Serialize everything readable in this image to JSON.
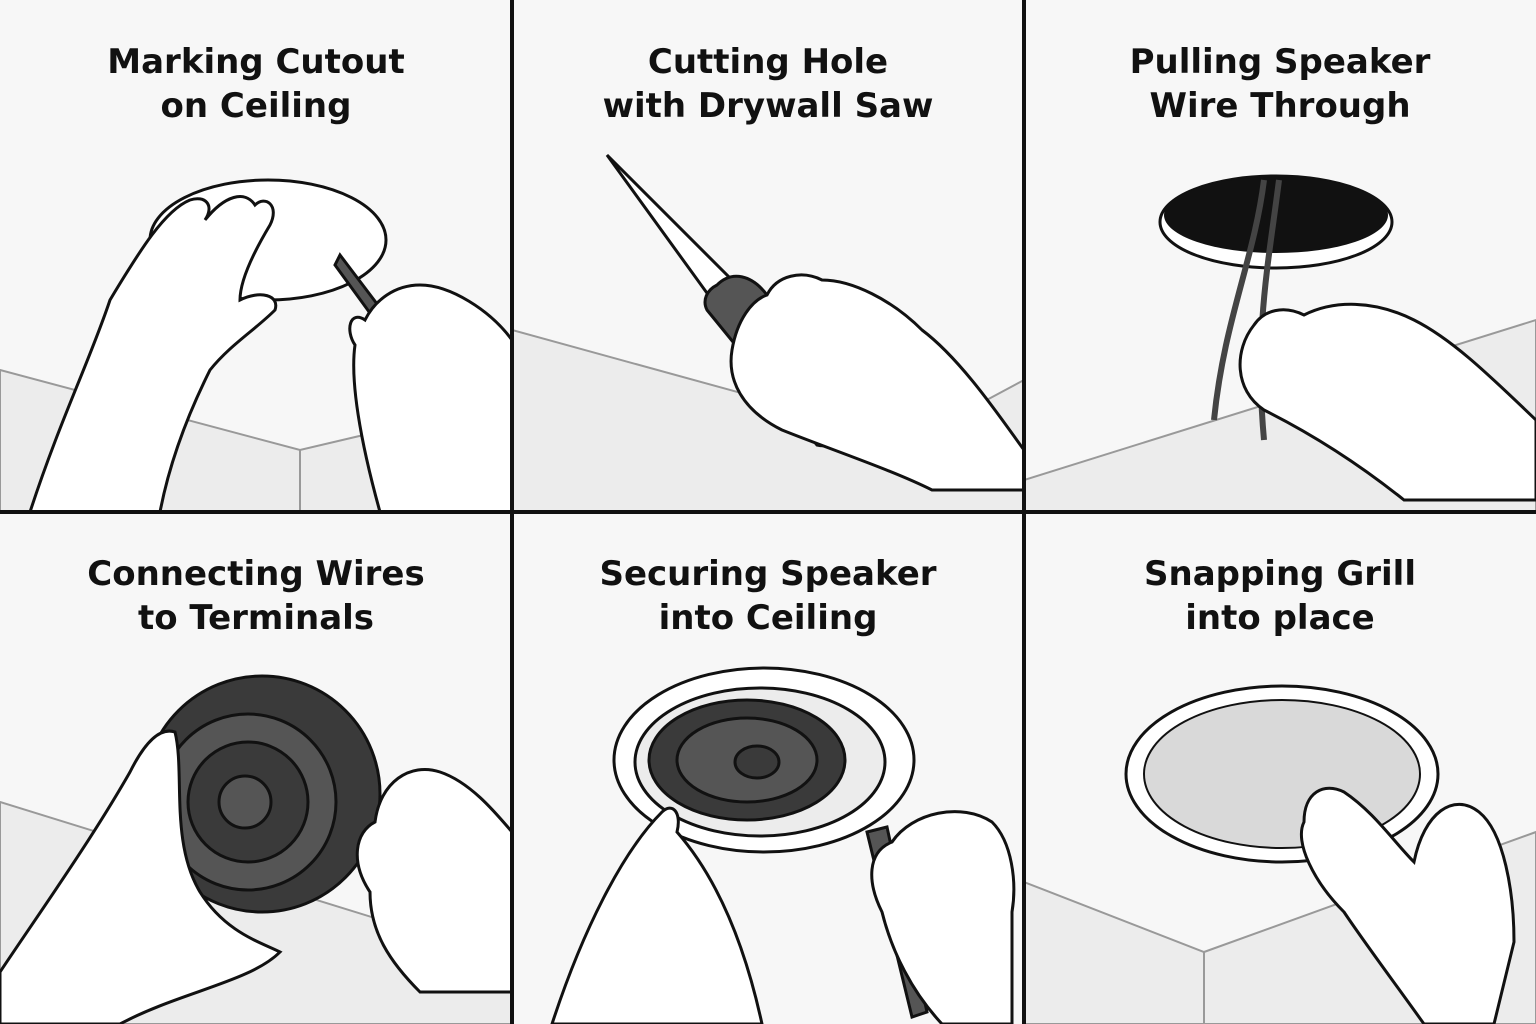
{
  "panels": [
    {
      "line1": "Marking Cutout",
      "line2": "on Ceiling"
    },
    {
      "line1": "Cutting Hole",
      "line2": "with Drywall Saw"
    },
    {
      "line1": "Pulling Speaker",
      "line2": "Wire Through"
    },
    {
      "line1": "Connecting Wires",
      "line2": "to Terminals"
    },
    {
      "line1": "Securing Speaker",
      "line2": "into Ceiling"
    },
    {
      "line1": "Snapping Grill",
      "line2": "into place"
    }
  ],
  "colors": {
    "ink": "#111111",
    "background": "#f7f7f7",
    "wall": "#ececec",
    "speaker_dark": "#3a3a3a",
    "speaker_mid": "#555555",
    "grill": "#d9d9d9"
  }
}
